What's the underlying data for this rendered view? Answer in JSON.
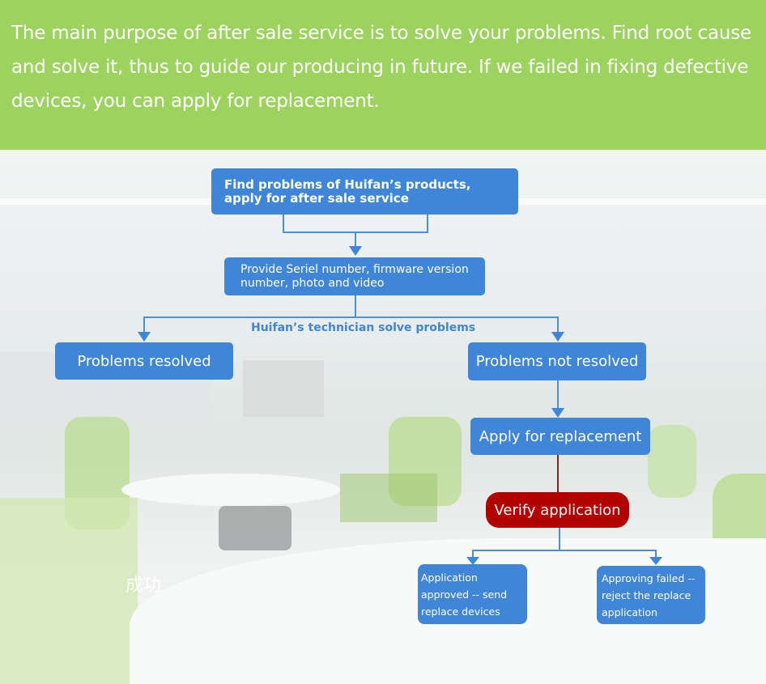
{
  "header": {
    "text": "The main purpose of after sale service is to solve your problems. Find root cause and solve it, thus to guide our producing in future. If we failed in fixing defective devices, you can apply for replacement."
  },
  "flow": {
    "step1": "Find problems of Huifan’s products, apply for after sale service",
    "step2": "Provide Seriel number, firmware version number, photo and video",
    "branch_label": "Huifan’s technician solve problems",
    "resolved": "Problems resolved",
    "not_resolved": "Problems not resolved",
    "apply": "Apply for replacement",
    "verify": "Verify application",
    "approved": "Application approved -- send replace devices",
    "failed": "Approving failed -- reject the replace application"
  },
  "watermark": "成功",
  "colors": {
    "header": "#9cd35e",
    "node": "#3f86d9",
    "verify": "#b30000"
  }
}
